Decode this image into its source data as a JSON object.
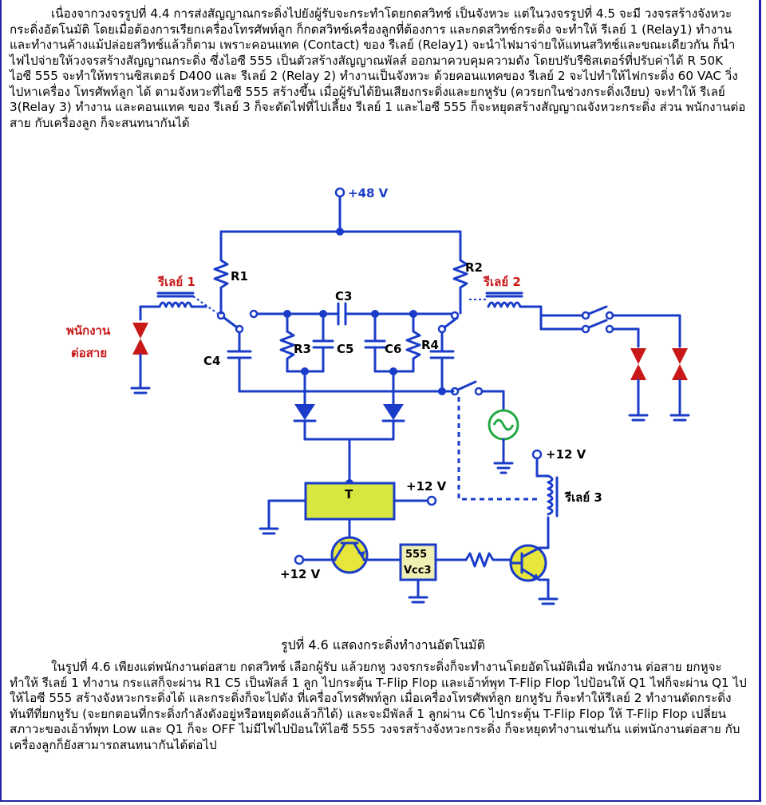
{
  "paragraph_top": "เนื่องจากวงจรรูปที่ 4.4 การส่งสัญญาณกระดิ่งไปยังผู้รับจะกระทำโดยกดสวิทช์ เป็นจังหวะ แต่ในวงจรรูปที่ 4.5 จะมี วงจรสร้างจังหวะกระดิ่งอัตโนมัติ โดยเมื่อต้องการเรียกเครื่องโทรศัพท์ลูก ก็กดสวิทช์เครื่องลูกที่ต้องการ และกดสวิทช์กระดิ่ง จะทำให้ รีเลย์ 1 (Relay1) ทำงาน และทำงานค้างแม้ปล่อยสวิทช์แล้วก็ตาม เพราะคอนแทค (Contact) ของ รีเลย์ (Relay1) จะนำไฟมาจ่ายให้แทนสวิทช์และขณะเดียวกัน ก็นำไฟไปจ่ายให้วงจรสร้างสัญญาณกระดิ่ง ซึ่งไอซี 555 เป็นตัวสร้างสัญญาณพัลส์ ออกมาควบคุมความดัง โดยปรับรีซิสเตอร์ที่ปรับค่าได้ R 50K ไอซี 555 จะทำให้ทรานซิสเตอร์ D400 และ รีเลย์ 2 (Relay 2) ทำงานเป็นจังหวะ ด้วยคอนแทคของ รีเลย์ 2 จะไปทำให้ไฟกระดิ่ง 60 VAC วิ่งไปหาเครื่อง โทรศัพท์ลูก ได้ ตามจังหวะที่ไอซี 555 สร้างขึ้น เมื่อผู้รับได้ยินเสียงกระดิ่งและยกหูรับ (ควรยกในช่วงกระดิ่งเงียบ) จะทำให้ รีเลย์ 3(Relay 3) ทำงาน และคอนแทค ของ รีเลย์ 3 ก็จะตัดไฟที่ไปเลี้ยง รีเลย์ 1 และไอซี 555 ก็จะหยุดสร้างสัญญาณจังหวะกระดิ่ง ส่วน พนักงานต่อสาย กับเครื่องลูก ก็จะสนทนากันได้",
  "caption": "รูปที่ 4.6 แสดงกระดิ่งทำงานอัตโนมัติ",
  "paragraph_bottom": "ในรูปที่ 4.6 เพียงแต่พนักงานต่อสาย กดสวิทช์ เลือกผู้รับ แล้วยกหู วงจรกระดิ่งก็จะทำงานโดยอัตโนมัติเมื่อ พนักงาน ต่อสาย ยกหูจะทำให้ รีเลย์ 1 ทำงาน กระแสก็จะผ่าน R1 C5 เป็นพัลส์ 1 ลูก ไปกระตุ้น T-Flip Flop และเอ้าท์พุท T-Flip Flop ไปป้อนให้ Q1 ไฟก็จะผ่าน Q1 ไปให้ไอซี 555 สร้างจังหวะกระดิ่งได้ และกระดิ่งก็จะไปดัง ที่เครื่องโทรศัพท์ลูก เมื่อเครื่องโทรศัพท์ลูก ยกหูรับ ก็จะทำให้รีเลย์ 2 ทำงานตัดกระดิ่งทันทีที่ยกหูรับ (จะยกตอนที่กระดิ่งกำลังดังอยู่หรือหยุดดังแล้วก็ได้) และจะมีพัลส์ 1 ลูกผ่าน C6 ไปกระตุ้น T-Flip Flop ให้ T-Flip Flop เปลี่ยนสภาวะของเอ้าท์พุท Low และ Q1 ก็จะ OFF ไม่มีไฟไปป้อนให้ไอซี 555 วงจรสร้างจังหวะกระดิ่ง ก็จะหยุดทำงานเช่นกัน แต่พนักงานต่อสาย กับเครื่องลูกก็ยังสามารถสนทนากันได้ต่อไป",
  "diagram": {
    "v48": "+48 V",
    "v12_top": "+12 V",
    "v12_ff": "+12 V",
    "v12_q1": "+12 V",
    "r1": "R1",
    "r2": "R2",
    "r3": "R3",
    "r4": "R4",
    "c3": "C3",
    "c4": "C4",
    "c5": "C5",
    "c6": "C6",
    "relay1": "รีเลย์ 1",
    "relay2": "รีเลย์ 2",
    "relay3": "รีเลย์ 3",
    "operator_line1": "พนักงาน",
    "operator_line2": "ต่อสาย",
    "ff_label": "T",
    "ic_line1": "555",
    "ic_line2": "Vcc3"
  },
  "colors": {
    "wire": "#1a3cc8",
    "bell": "#c81818",
    "flipflop_fill": "#d8e642",
    "transistor_fill": "#e6e63c",
    "ic_fill": "#f0f0b4",
    "ac_source": "#22aa44",
    "frame": "#2222aa"
  }
}
